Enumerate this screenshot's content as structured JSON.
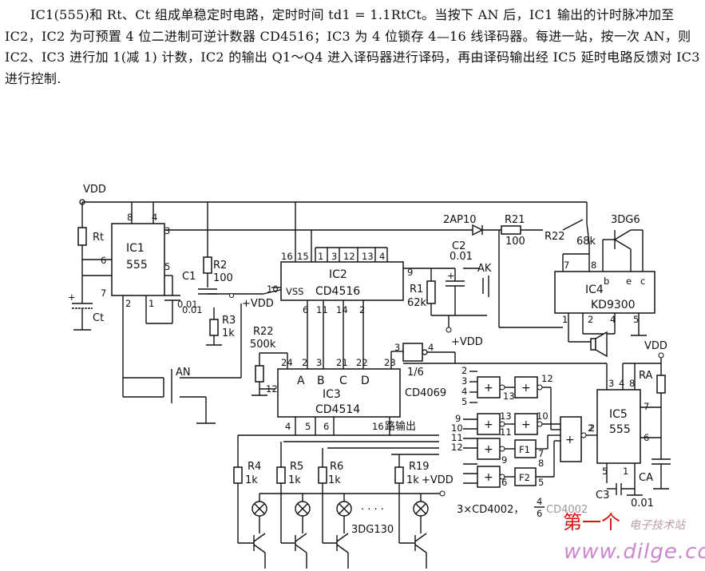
{
  "description": {
    "paragraph": "IC1(555)和 Rt、Ct 组成单稳定时电路，定时时间 td1 = 1.1RtCt。当按下 AN 后，IC1 输出的计时脉冲加至 IC2，IC2 为可预置 4 位二进制可逆计数器 CD4516；IC3 为 4 位锁存 4—16 线译码器。每进一站，按一次 AN，则 IC2、IC3 进行加 1(减 1) 计数，IC2 的输出 Q1～Q4 进入译码器进行译码，再由译码输出经 IC5 延时电路反馈对 IC3 进行控制."
  },
  "supply": {
    "vdd": "VDD",
    "plus_vdd": "+VDD"
  },
  "ic1": {
    "name": "IC1",
    "type": "555",
    "pins": [
      "8",
      "4",
      "3",
      "6",
      "7",
      "2",
      "1",
      "5"
    ]
  },
  "ic2": {
    "name": "IC2",
    "type": "CD4516",
    "vss": "VSS",
    "pins_top": [
      "16",
      "15",
      "1",
      "3",
      "12",
      "13",
      "4"
    ],
    "pin_9": "9",
    "pin_10": "10",
    "pins_bottom": [
      "6",
      "11",
      "14",
      "2"
    ]
  },
  "ic3": {
    "name": "IC3",
    "type": "CD4514",
    "inputs": [
      "A",
      "B",
      "C",
      "D"
    ],
    "pins_top": [
      "2",
      "3",
      "21",
      "22"
    ],
    "pin_24": "24",
    "pin_12": "12",
    "pin_23": "23",
    "pins_bottom": [
      "4",
      "5",
      "6",
      "16"
    ],
    "output_label": "路输出"
  },
  "ic4": {
    "name": "IC4",
    "type": "KD9300",
    "pins": [
      "7",
      "8",
      "b",
      "e",
      "c",
      "1",
      "2",
      "4",
      "5"
    ]
  },
  "ic5": {
    "name": "IC5",
    "type": "555",
    "pins": [
      "3",
      "4",
      "8",
      "7",
      "2",
      "6",
      "5",
      "1"
    ]
  },
  "inverter": {
    "type": "CD4069",
    "fraction": "1/6",
    "pin_in": "3",
    "pin_out": "4"
  },
  "diode": {
    "name": "2AP10"
  },
  "transistor_amp": {
    "name": "3DG6"
  },
  "lamp_driver": {
    "name": "3DG130",
    "ellipsis": "· · · ·"
  },
  "components": {
    "rt": "Rt",
    "ct": "Ct",
    "r2": "R2",
    "r2_val": "100",
    "c1": "C1",
    "c1_val": "0.01",
    "r3": "R3",
    "r3_val": "1k",
    "r22a": "R22",
    "r22a_val": "500k",
    "r1": "R1",
    "r1_val": "62k",
    "c2": "C2",
    "c2_val": "0.01",
    "ak": "AK",
    "r21": "R21",
    "r21_val": "100",
    "r22b": "R22",
    "r22b_val": "68k",
    "ra": "RA",
    "ca": "CA",
    "c3": "C3",
    "c3_val": "0.01",
    "an": "AN",
    "r4": "R4",
    "r5": "R5",
    "r6": "R6",
    "r19": "R19",
    "r_val": "1k",
    "plus": "+",
    "minus": "−"
  },
  "gates": {
    "plus": "+",
    "f1": "F1",
    "f2": "F2",
    "labels_a": [
      "2",
      "3",
      "4",
      "5"
    ],
    "labels_b": [
      "9",
      "10",
      "11",
      "12"
    ],
    "pins": [
      "12",
      "13",
      "13",
      "10",
      "11",
      "7",
      "9",
      "8",
      "6",
      "5",
      "2"
    ],
    "part": "3×CD4002，",
    "fraction": "4/6",
    "part_faded": "CD4002"
  },
  "watermark": {
    "cn": "第一个",
    "sub": "电子技术站",
    "url": "www.dilge.com"
  }
}
